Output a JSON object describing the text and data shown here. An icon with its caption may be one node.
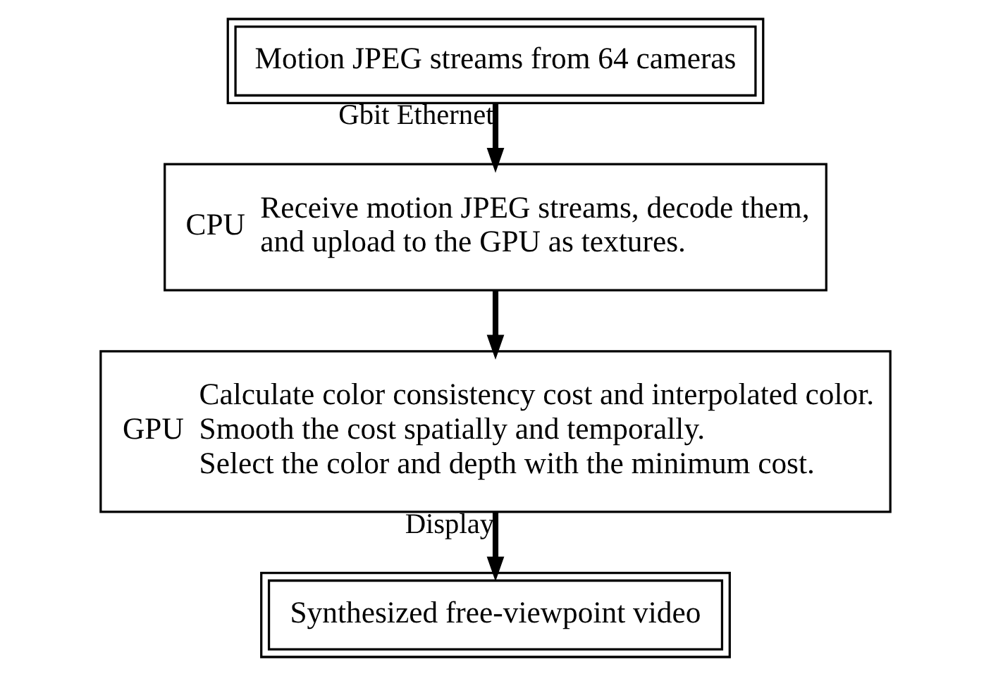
{
  "diagram": {
    "nodes": [
      {
        "text": [
          "Motion JPEG streams from 64 cameras"
        ]
      },
      {
        "text": [
          "CPU",
          "Receive motion JPEG streams, decode them, and upload to the GPU as textures."
        ]
      },
      {
        "text": [
          "GPU",
          "Calculate color consistency cost and interpolated color.",
          "Smooth the cost spatially and temporally.",
          "Select the color and depth with the minimum cost."
        ]
      },
      {
        "text": [
          "Synthesized free-viewpoint video"
        ]
      }
    ],
    "edges": [
      {
        "from": 0,
        "to": 1,
        "arrow": "to",
        "label": "Gbit Ethernet"
      },
      {
        "from": 1,
        "to": 2,
        "arrow": "to"
      },
      {
        "from": 2,
        "to": 3,
        "arrow": "to",
        "label": "Display"
      }
    ]
  }
}
